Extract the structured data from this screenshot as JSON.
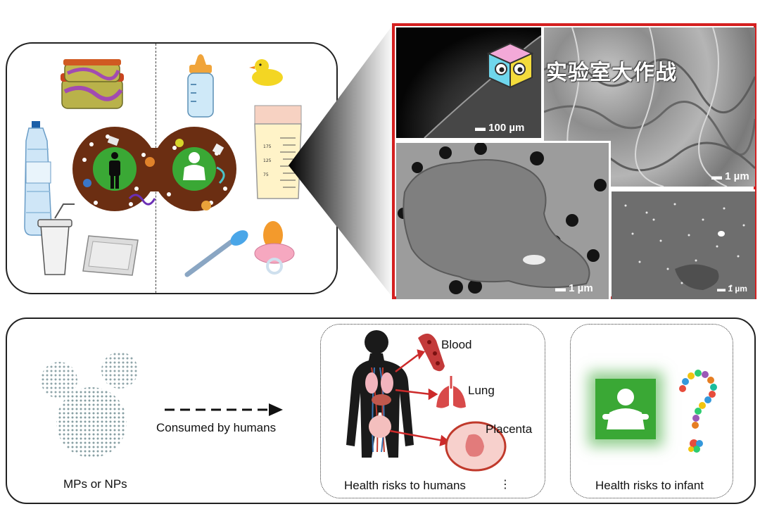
{
  "sem": {
    "scale_100um": "100 µm",
    "scale_1um_a": "1 µm",
    "scale_1um_b": "1 µm",
    "scale_1um_c": "1 µm"
  },
  "watermark": {
    "text": "实验室大作战"
  },
  "flow": {
    "particles_label": "MPs or NPs",
    "arrow_label": "Consumed by humans",
    "humans_caption": "Health risks to humans",
    "infant_caption": "Health risks to infant"
  },
  "organs": {
    "blood": "Blood",
    "lung": "Lung",
    "placenta": "Placenta"
  },
  "colors": {
    "frame_red": "#d42020",
    "brown": "#6b2e12",
    "green": "#3aa835"
  }
}
